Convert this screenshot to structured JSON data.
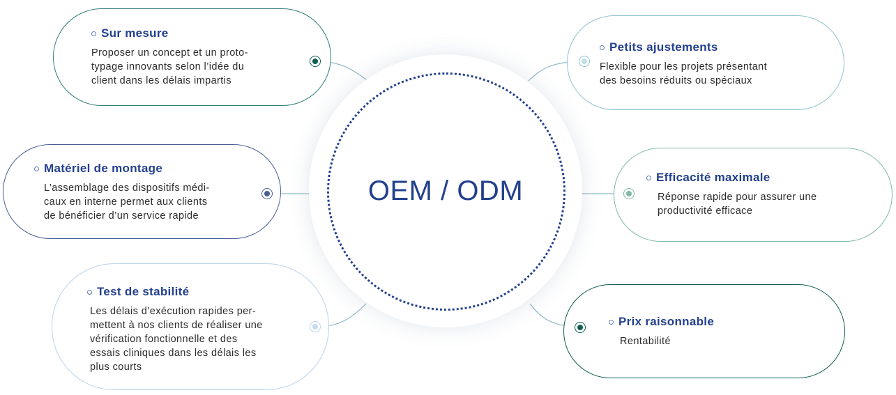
{
  "center": {
    "title": "OEM / ODM"
  },
  "cards": {
    "sur_mesure": {
      "title": "Sur mesure",
      "lines": [
        "Proposer un concept et un proto-",
        "typage innovants selon l’idée du",
        "client dans les délais impartis"
      ]
    },
    "petits_ajustements": {
      "title": "Petits ajustements",
      "lines": [
        "Flexible pour les projets présentant",
        "des besoins réduits ou spéciaux"
      ]
    },
    "materiel_montage": {
      "title": "Matériel de montage",
      "lines": [
        "L’assemblage des dispositifs médi-",
        "caux en interne permet aux clients",
        "de bénéficier d’un service rapide"
      ]
    },
    "efficacite_maximale": {
      "title": "Efficacité maximale",
      "lines": [
        "Réponse rapide pour assurer une",
        "productivité efficace"
      ]
    },
    "test_stabilite": {
      "title": "Test de stabilité",
      "lines": [
        "Les délais d’exécution rapides per-",
        "mettent à nos clients de réaliser une",
        "vérification fonctionnelle et des",
        "essais cliniques dans les délais les",
        "plus courts"
      ]
    },
    "prix_raisonnable": {
      "title": "Prix raisonnable",
      "lines": [
        "Rentabilité"
      ]
    }
  },
  "colors": {
    "primary_blue": "#23408e",
    "teal_dark": "#0f5e52",
    "teal_light": "#8fc4cc",
    "navy_border": "#4a5e94",
    "sage": "#7fb9a8",
    "light_blue": "#bcd2ea"
  }
}
